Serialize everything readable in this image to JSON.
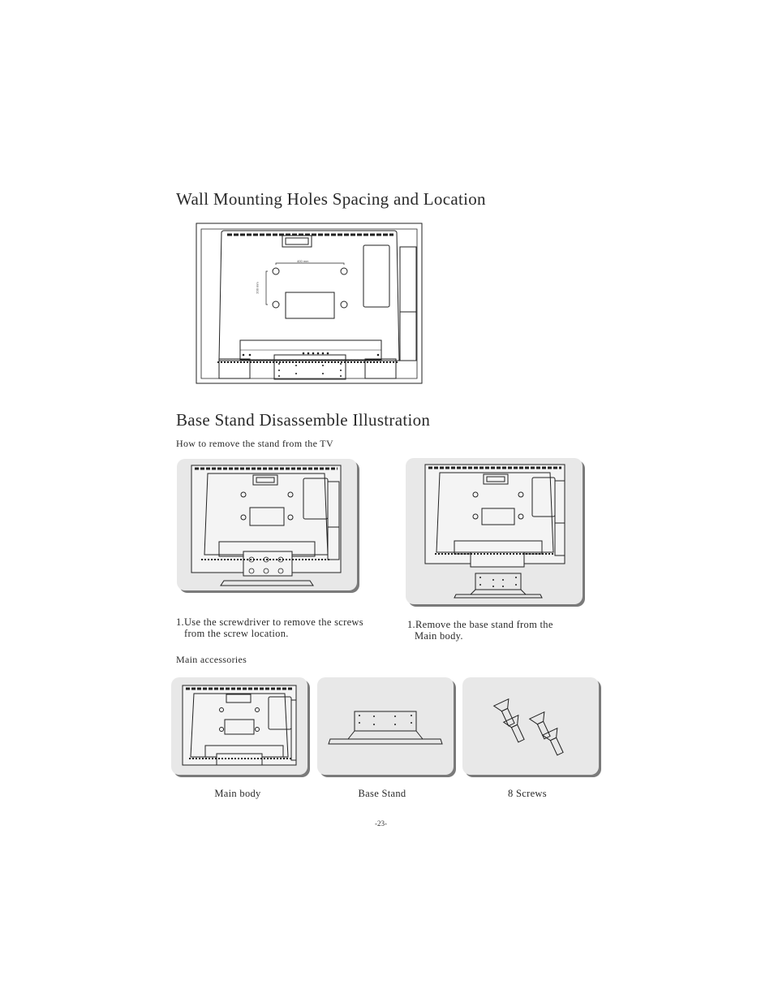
{
  "section1": {
    "title": "Wall Mounting Holes Spacing and Location"
  },
  "diagram1": {
    "horizontal_spacing": "400 mm",
    "vertical_spacing": "200 mm"
  },
  "section2": {
    "title": "Base Stand Disassemble Illustration",
    "subtitle": "How  to remove the stand from the TV",
    "step_left_line1": "1.Use the  screwdriver to remove the screws",
    "step_left_line2": "from the screw location.",
    "step_right_line1": "1.Remove the base stand from the",
    "step_right_line2": "Main body."
  },
  "accessories": {
    "heading": "Main accessories",
    "items": [
      {
        "label": "Main body"
      },
      {
        "label": "Base Stand"
      },
      {
        "label": "8 Screws"
      }
    ]
  },
  "page_number": "-23-"
}
